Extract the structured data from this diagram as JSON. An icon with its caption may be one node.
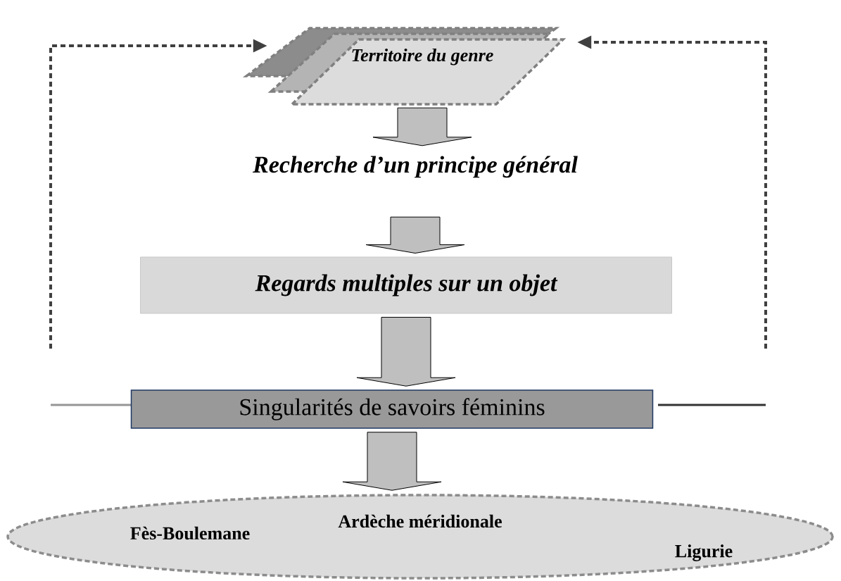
{
  "diagram": {
    "nodes": [
      {
        "text": [
          "Territoire du genre"
        ]
      },
      {
        "text": [
          "Recherche d’un principe général"
        ]
      },
      {
        "text": [
          "Regards multiples sur un objet"
        ]
      },
      {
        "text": [
          "Singularités de savoirs féminins"
        ]
      },
      {
        "text": [
          "Ardèche méridionale",
          "Fès-Boulemane",
          "Ligurie"
        ]
      }
    ],
    "edges": [
      {
        "from": 0,
        "to": 1,
        "arrow": "to"
      },
      {
        "from": 1,
        "to": 2,
        "arrow": "to"
      },
      {
        "from": 2,
        "to": 3,
        "arrow": "to"
      },
      {
        "from": 3,
        "to": 4,
        "arrow": "to"
      },
      {
        "from": null,
        "to": 0,
        "arrow": "to",
        "style": "dashed"
      },
      {
        "from": null,
        "to": 0,
        "arrow": "to",
        "style": "dashed"
      }
    ]
  }
}
